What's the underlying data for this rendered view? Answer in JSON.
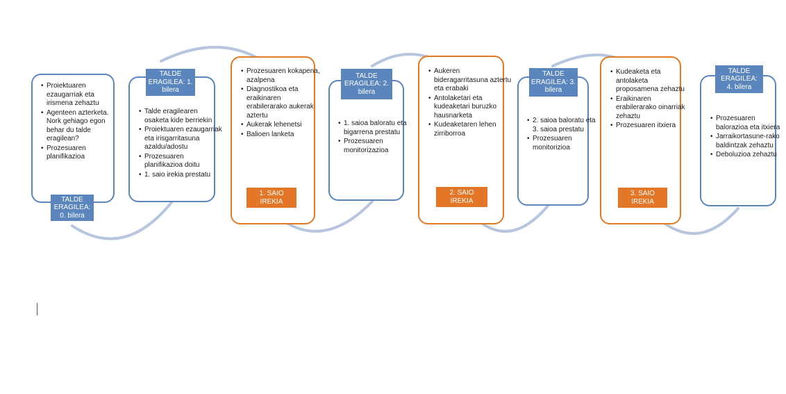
{
  "steps": [
    {
      "tag": "TALDE ERAGILEA: 0. bilera",
      "items": [
        "Proiektuaren ezaugarriak eta irismena zehaztu",
        "Agenteen azterketa. Nork gehiago egon behar du talde eragilean?",
        "Prozesuaren planifikazioa"
      ]
    },
    {
      "tag": "TALDE ERAGILEA: 1. bilera",
      "items": [
        "Talde eragilearen osaketa kide berriekin",
        "Proiektuaren ezaugarriak eta irisgarritasuna azaldu/adostu",
        "Prozesuaren planifikazioa doitu",
        "1. saio irekia prestatu"
      ]
    },
    {
      "tag": "1. SAIO IREKIA",
      "items": [
        "Prozesuaren kokapena, azalpena",
        "Diagnostikoa eta eraikinaren erabilerarako aukerak aztertu",
        "Aukerak lehenetsi",
        "Balioen lanketa"
      ]
    },
    {
      "tag": "TALDE ERAGILEA: 2. bilera",
      "items": [
        "1. saioa baloratu eta bigarrena prestatu",
        "Prozesuaren monitorizazioa"
      ]
    },
    {
      "tag": "2. SAIO IREKIA",
      "items": [
        "Aukeren bideragarritasuna aztertu eta erabaki",
        "Antolaketari eta kudeaketari buruzko hausnarketa",
        "Kudeaketaren lehen zirriborroa"
      ]
    },
    {
      "tag": "TALDE ERAGILEA: 3. bilera",
      "items": [
        "2. saioa baloratu eta 3. saioa prestatu",
        "Prozesuaren monitorizioa"
      ]
    },
    {
      "tag": "3. SAIO IREKIA",
      "items": [
        "Kudeaketa eta antolaketa proposamena zehaztu",
        "Eraikinaren erabilerarako oinarriak zehaztu",
        "Prozesuaren itxiera"
      ]
    },
    {
      "tag": "TALDE ERAGILEA: 4. bilera",
      "items": [
        "Prozesuaren balorazioa eta itxiera",
        "Jarraikortasune-rako baldintzak zehaztu",
        "Deboluzioa zehaztu"
      ]
    }
  ]
}
